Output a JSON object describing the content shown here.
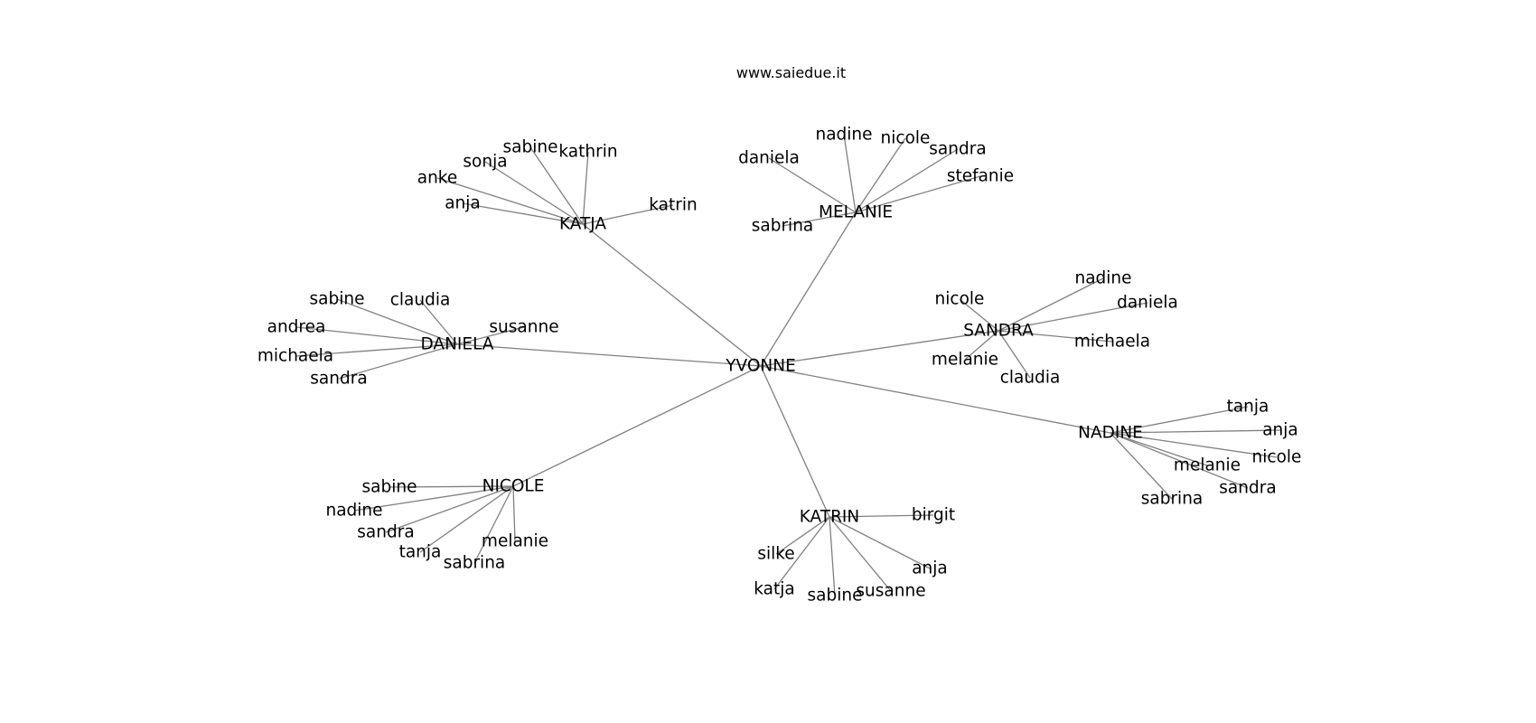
{
  "title": "www.saiedue.it",
  "colors": {
    "edge": "#808080",
    "text": "#000000",
    "background": "#ffffff"
  },
  "graph": {
    "root": "YVONNE",
    "hubs": [
      {
        "name": "KATJA",
        "leaves": [
          "sabine",
          "kathrin",
          "sonja",
          "anke",
          "anja",
          "katrin"
        ]
      },
      {
        "name": "MELANIE",
        "leaves": [
          "nadine",
          "nicole",
          "daniela",
          "sandra",
          "stefanie",
          "sabrina"
        ]
      },
      {
        "name": "DANIELA",
        "leaves": [
          "sabine",
          "claudia",
          "andrea",
          "susanne",
          "michaela",
          "sandra"
        ]
      },
      {
        "name": "SANDRA",
        "leaves": [
          "nadine",
          "nicole",
          "daniela",
          "michaela",
          "melanie",
          "claudia"
        ]
      },
      {
        "name": "NADINE",
        "leaves": [
          "tanja",
          "anja",
          "nicole",
          "melanie",
          "sandra",
          "sabrina"
        ]
      },
      {
        "name": "NICOLE",
        "leaves": [
          "sabine",
          "nadine",
          "sandra",
          "tanja",
          "melanie",
          "sabrina"
        ]
      },
      {
        "name": "KATRIN",
        "leaves": [
          "birgit",
          "silke",
          "anja",
          "katja",
          "sabine",
          "susanne"
        ]
      }
    ]
  }
}
